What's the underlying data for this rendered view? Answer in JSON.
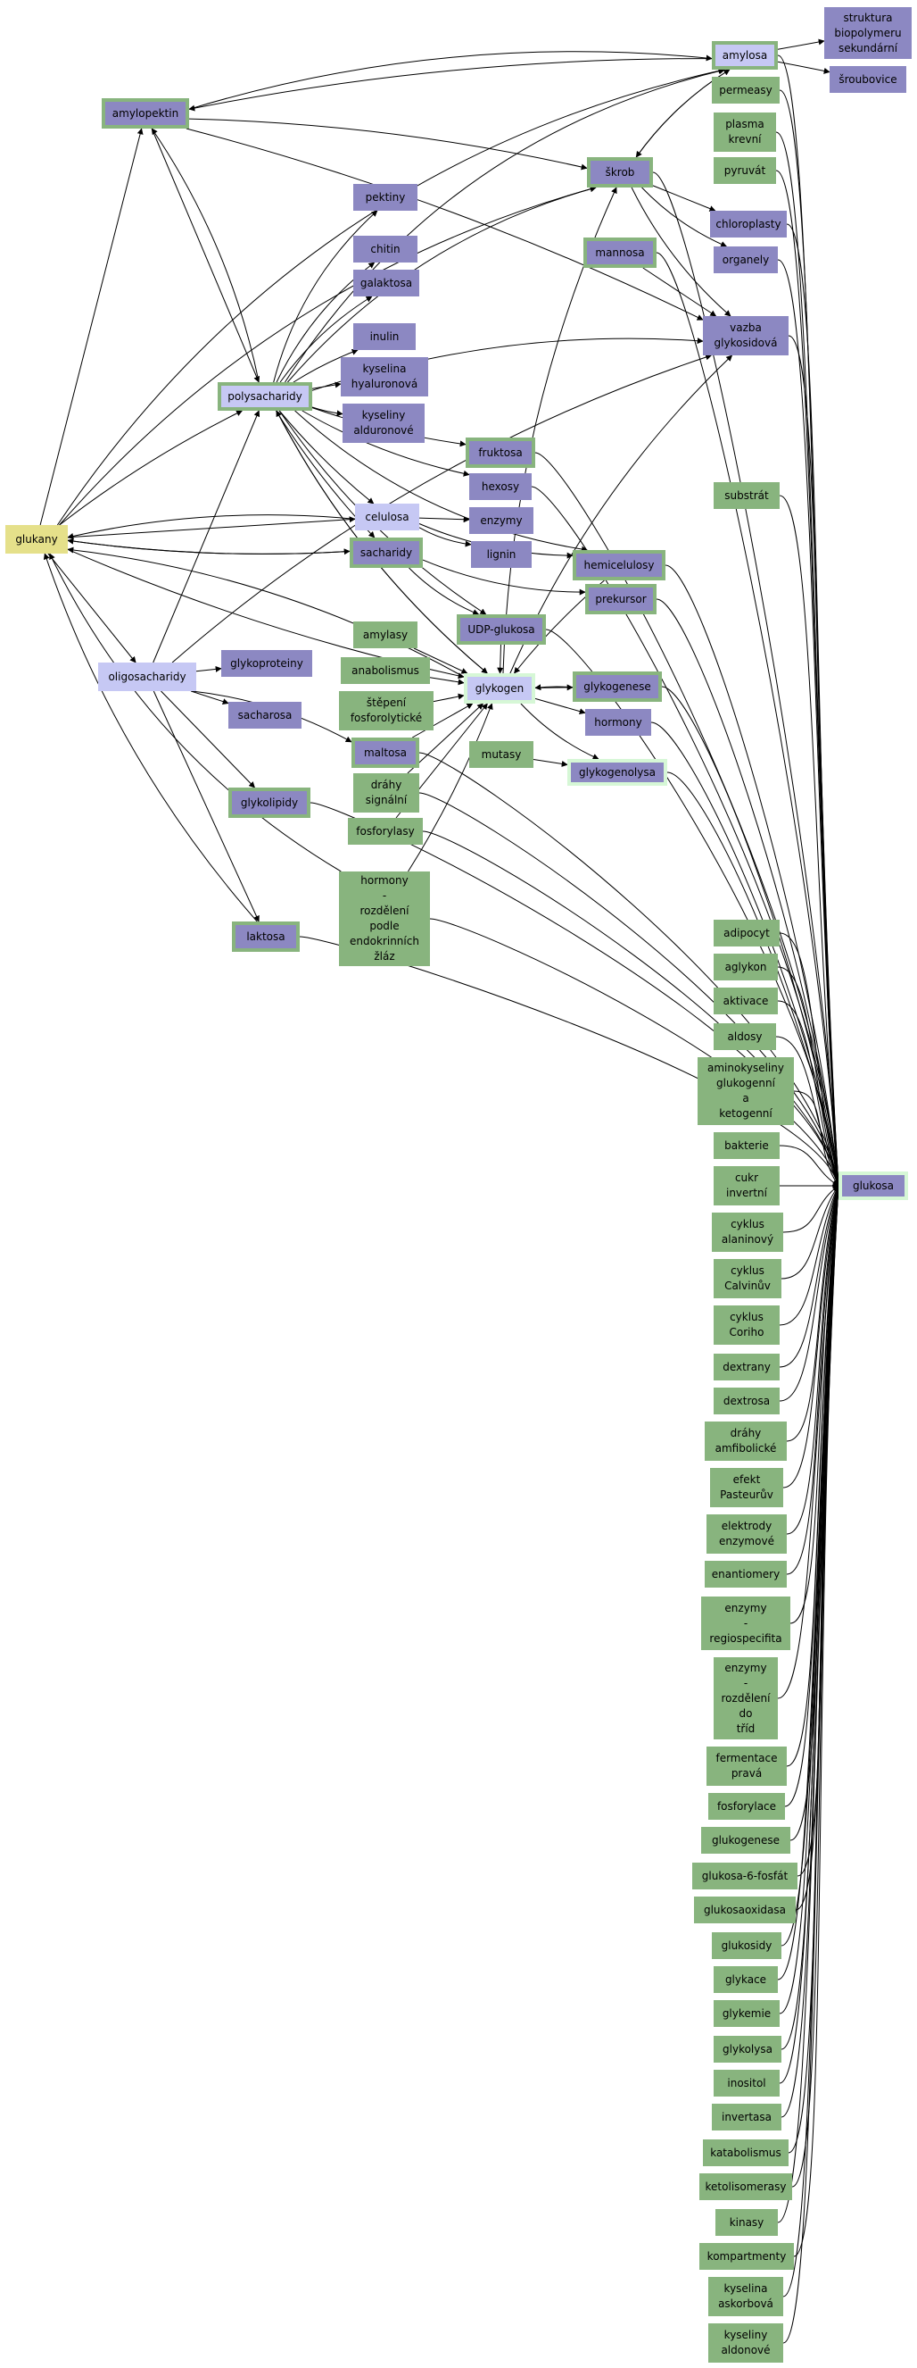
{
  "colors": {
    "purple": "#8c88c2",
    "green": "#88b47e",
    "lavender": "#c6c8f4",
    "yellow": "#e5e08a",
    "edge": "#000000"
  },
  "nodes": {
    "struktura": "struktura\nbiopolymeru\nsekundární",
    "amylosa": "amylosa",
    "sroubovice": "šroubovice",
    "amylopektin": "amylopektin",
    "permeasy": "permeasy",
    "plasma": "plasma\nkrevní",
    "pyruvat": "pyruvát",
    "skrob": "škrob",
    "pektiny": "pektiny",
    "chloroplasty": "chloroplasty",
    "chitin": "chitin",
    "mannosa": "mannosa",
    "organely": "organely",
    "galaktosa": "galaktosa",
    "vazba": "vazba\nglykosidová",
    "inulin": "inulin",
    "kys_hyal": "kyselina\nhyaluronová",
    "polysacharidy": "polysacharidy",
    "kys_aldur": "kyseliny\nalduronové",
    "fruktosa": "fruktosa",
    "hexosy": "hexosy",
    "substrat": "substrát",
    "glukany": "glukany",
    "celulosa": "celulosa",
    "enzymy": "enzymy",
    "sacharidy": "sacharidy",
    "lignin": "lignin",
    "hemicelulosy": "hemicelulosy",
    "prekursor": "prekursor",
    "udp": "UDP-glukosa",
    "amylasy": "amylasy",
    "oligosacharidy": "oligosacharidy",
    "glykoproteiny": "glykoproteiny",
    "anabolismus": "anabolismus",
    "glykogen": "glykogen",
    "glykogenese": "glykogenese",
    "stepeni": "štěpení\nfosforolytické",
    "sacharosa": "sacharosa",
    "hormony1": "hormony",
    "maltosa": "maltosa",
    "mutasy": "mutasy",
    "glykogenolysa": "glykogenolysa",
    "drahy_sig": "dráhy\nsignální",
    "glykolipidy": "glykolipidy",
    "fosforylasy": "fosforylasy",
    "hormony2": "hormony\n-\nrozdělení\npodle\nendokrinních\nžláz",
    "laktosa": "laktosa",
    "adipocyt": "adipocyt",
    "aglykon": "aglykon",
    "aktivace": "aktivace",
    "aldosy": "aldosy",
    "aminokys": "aminokyseliny\nglukogenní\na\nketogenní",
    "bakterie": "bakterie",
    "cukr": "cukr\ninvertní",
    "glukosa": "glukosa",
    "cyk_alan": "cyklus\nalaninový",
    "cyk_calv": "cyklus\nCalvinův",
    "cyk_cori": "cyklus\nCoriho",
    "dextrany": "dextrany",
    "dextrosa": "dextrosa",
    "drahy_amf": "dráhy\namfibolické",
    "efekt": "efekt\nPasteurův",
    "elektrody": "elektrody\nenzymové",
    "enantiomery": "enantiomery",
    "enz_regio": "enzymy\n-\nregiospecifita",
    "enz_roz": "enzymy\n-\nrozdělení\ndo\ntříd",
    "ferm": "fermentace\npravá",
    "fosforylace": "fosforylace",
    "glukogenese": "glukogenese",
    "g6f": "glukosa-6-fosfát",
    "gox": "glukosaoxidasa",
    "glukosidy": "glukosidy",
    "glykace": "glykace",
    "glykemie": "glykemie",
    "glykolysa": "glykolysa",
    "inositol": "inositol",
    "invertasa": "invertasa",
    "katabolismus": "katabolismus",
    "ketoliso": "ketolisomerasy",
    "kinasy": "kinasy",
    "kompartmenty": "kompartmenty",
    "kys_askor": "kyselina\naskorbová",
    "kys_aldon": "kyseliny\naldonové"
  }
}
